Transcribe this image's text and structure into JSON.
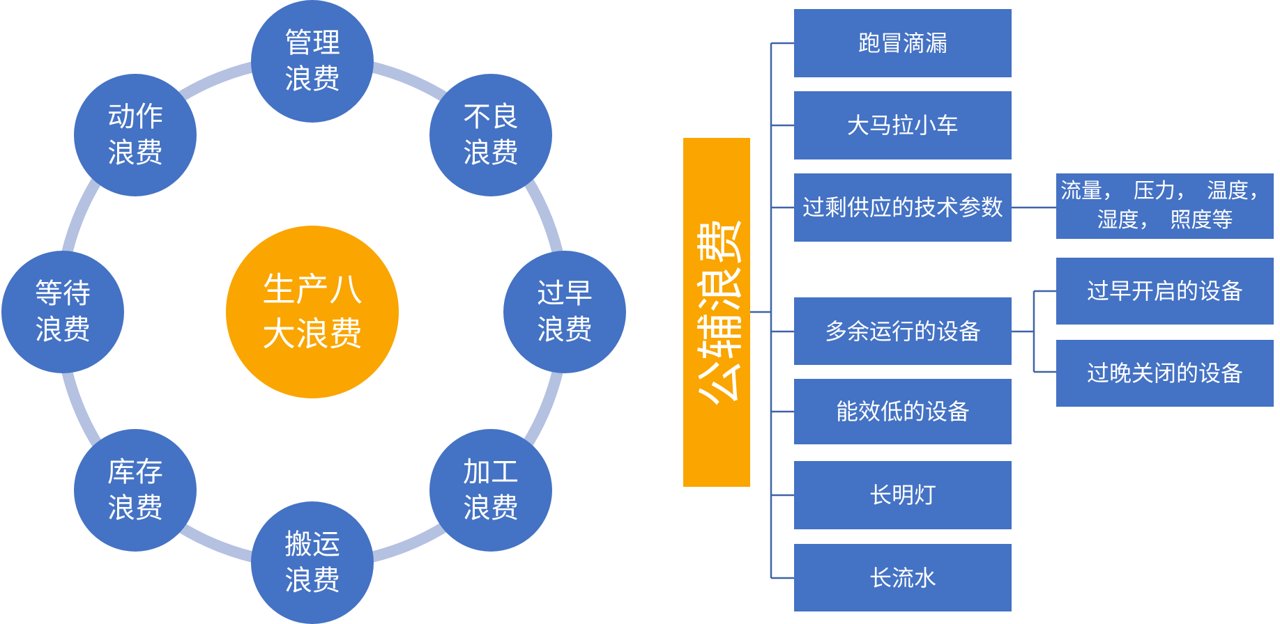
{
  "left_diagram": {
    "center": {
      "line1": "生产八",
      "line2": "大浪费"
    },
    "nodes": [
      {
        "line1": "管理",
        "line2": "浪费"
      },
      {
        "line1": "不良",
        "line2": "浪费"
      },
      {
        "line1": "过早",
        "line2": "浪费"
      },
      {
        "line1": "加工",
        "line2": "浪费"
      },
      {
        "line1": "搬运",
        "line2": "浪费"
      },
      {
        "line1": "库存",
        "line2": "浪费"
      },
      {
        "line1": "等待",
        "line2": "浪费"
      },
      {
        "line1": "动作",
        "line2": "浪费"
      }
    ]
  },
  "right_diagram": {
    "root": "公辅浪费",
    "items": [
      "跑冒滴漏",
      "大马拉小车",
      "过剩供应的技术参数",
      "多余运行的设备",
      "能效低的设备",
      "长明灯",
      "长流水"
    ],
    "sub_params": {
      "line1": "流量，　压力，　温度，",
      "line2": "湿度，　照度等"
    },
    "sub_equipment": [
      "过早开启的设备",
      "过晚关闭的设备"
    ]
  },
  "colors": {
    "blue": "#4472c4",
    "orange": "#faa500",
    "ring": "#b4c1e1",
    "line": "#3f63a8"
  }
}
